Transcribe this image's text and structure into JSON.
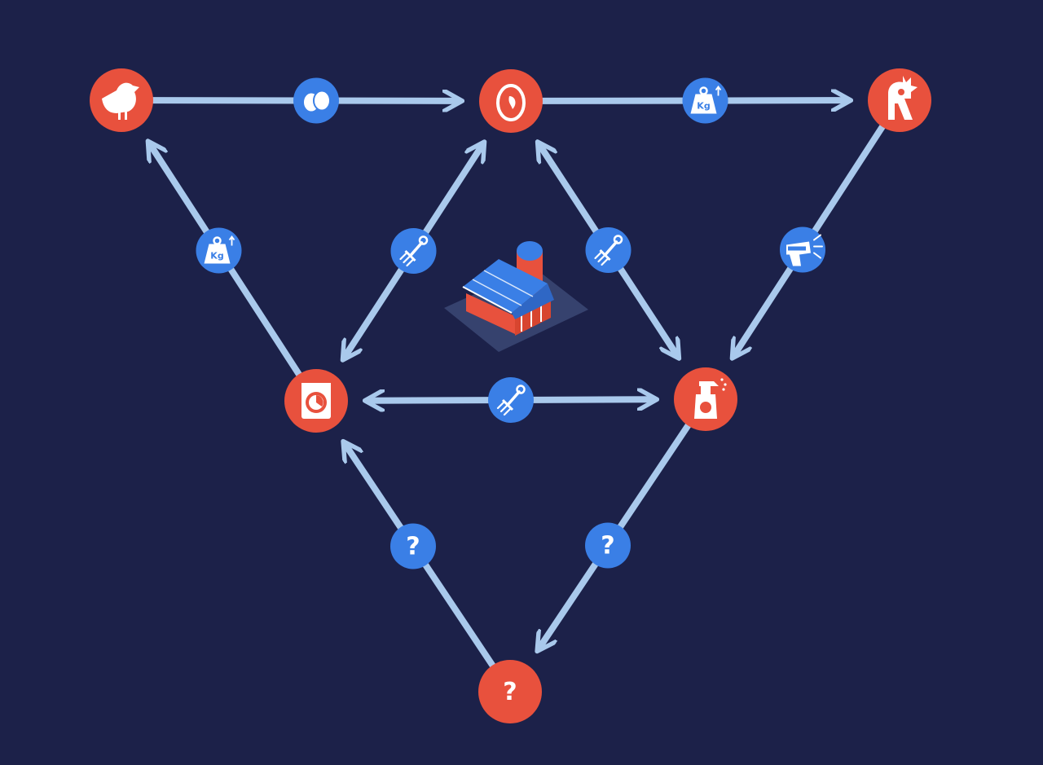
{
  "colors": {
    "background": "#1c2149",
    "node": "#e8513d",
    "badge": "#3a7fe6",
    "connector": "#a9c9ec",
    "icon": "#ffffff"
  },
  "nodes": [
    {
      "id": "hen",
      "icon": "chicken-icon"
    },
    {
      "id": "egg",
      "icon": "egg-icon"
    },
    {
      "id": "rooster",
      "icon": "rooster-icon"
    },
    {
      "id": "feed",
      "icon": "feed-bag-icon"
    },
    {
      "id": "disinfectant",
      "icon": "spray-bottle-icon"
    },
    {
      "id": "unknown",
      "icon": "question-icon",
      "label": "?"
    }
  ],
  "connectors": [
    {
      "from": "hen",
      "to": "egg",
      "direction": "forward",
      "badge": "eggs-icon"
    },
    {
      "from": "egg",
      "to": "rooster",
      "direction": "forward",
      "badge": "weight-kg-icon",
      "badge_label": "Kg"
    },
    {
      "from": "feed",
      "to": "hen",
      "direction": "forward",
      "badge": "weight-kg-icon",
      "badge_label": "Kg"
    },
    {
      "from": "rooster",
      "to": "disinfectant",
      "direction": "forward",
      "badge": "spray-gun-icon"
    },
    {
      "from": "feed",
      "to": "egg",
      "direction": "both",
      "badge": "pitchfork-icon"
    },
    {
      "from": "egg",
      "to": "disinfectant",
      "direction": "both",
      "badge": "pitchfork-icon"
    },
    {
      "from": "feed",
      "to": "disinfectant",
      "direction": "both",
      "badge": "pitchfork-icon"
    },
    {
      "from": "unknown",
      "to": "feed",
      "direction": "forward",
      "badge": "question-icon",
      "badge_label": "?"
    },
    {
      "from": "disinfectant",
      "to": "unknown",
      "direction": "forward",
      "badge": "question-icon",
      "badge_label": "?"
    }
  ],
  "center": {
    "icon": "barn-icon"
  }
}
